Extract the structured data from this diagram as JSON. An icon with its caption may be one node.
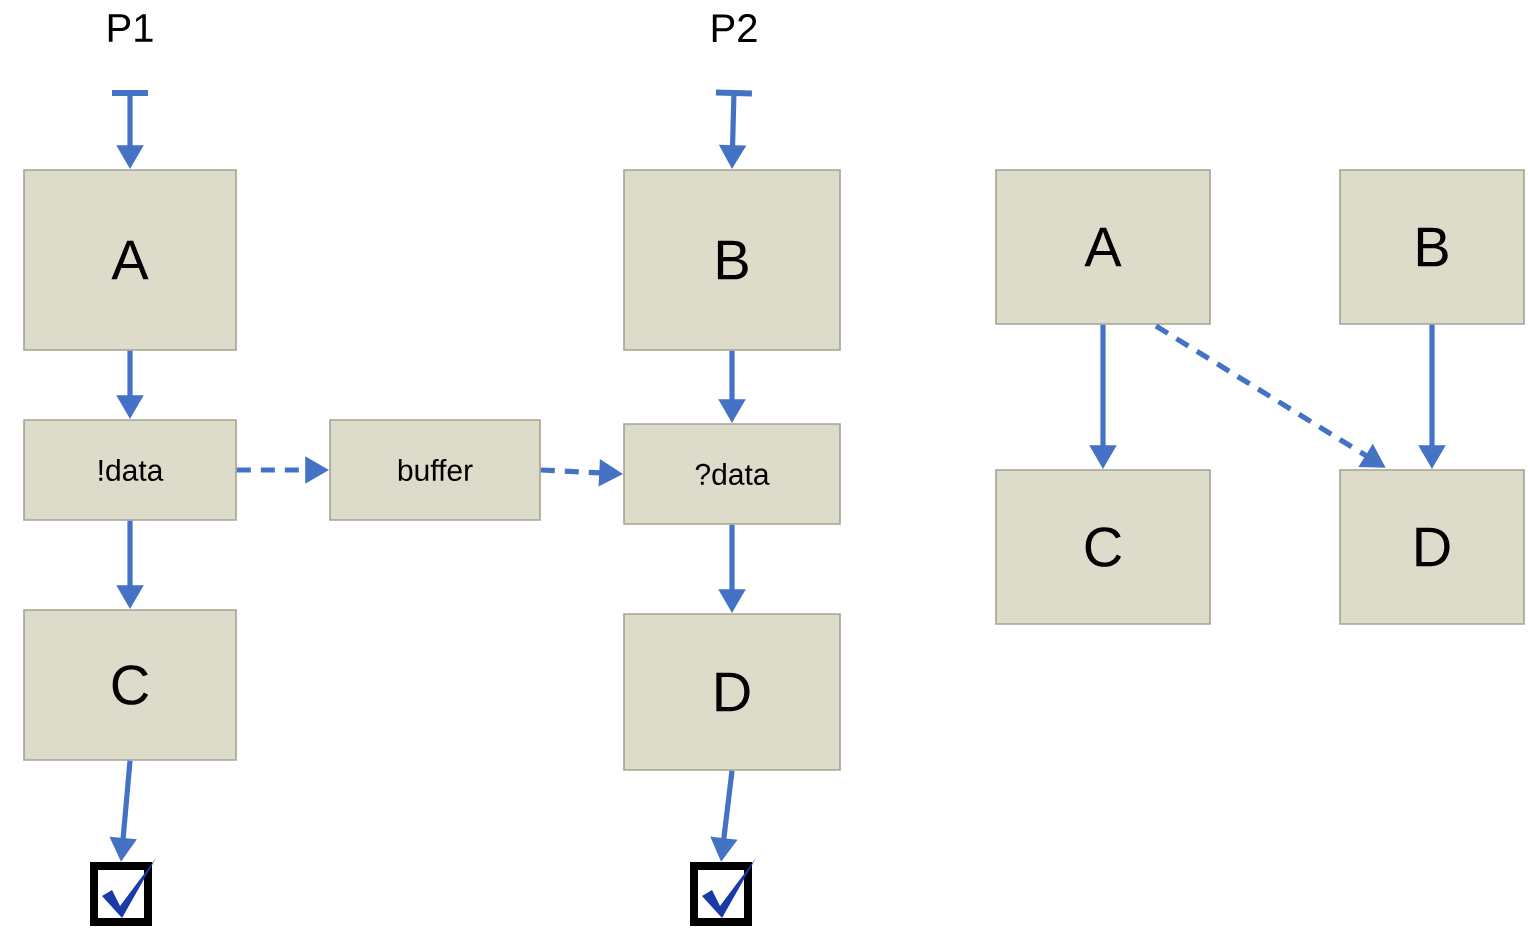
{
  "diagram": {
    "nodes": [
      {
        "text": [
          "P1"
        ]
      },
      {
        "text": [
          "A"
        ]
      },
      {
        "text": [
          "!data"
        ]
      },
      {
        "text": [
          "C"
        ]
      },
      {
        "text": [],
        "shape": "checkbox"
      },
      {
        "text": [
          "buffer"
        ]
      },
      {
        "text": [
          "P2"
        ]
      },
      {
        "text": [
          "B"
        ]
      },
      {
        "text": [
          "?data"
        ]
      },
      {
        "text": [
          "D"
        ]
      },
      {
        "text": [],
        "shape": "checkbox"
      },
      {
        "text": [
          "A"
        ]
      },
      {
        "text": [
          "B"
        ]
      },
      {
        "text": [
          "C"
        ]
      },
      {
        "text": [
          "D"
        ]
      }
    ],
    "edges": [
      {
        "from": 0,
        "to": 1,
        "arrow": "to"
      },
      {
        "from": 1,
        "to": 2,
        "arrow": "to"
      },
      {
        "from": 2,
        "to": 3,
        "arrow": "to"
      },
      {
        "from": 3,
        "to": 4,
        "arrow": "to"
      },
      {
        "from": 2,
        "to": 5,
        "arrow": "to",
        "style": "dashed"
      },
      {
        "from": 5,
        "to": 8,
        "arrow": "to",
        "style": "dashed"
      },
      {
        "from": 6,
        "to": 7,
        "arrow": "to"
      },
      {
        "from": 7,
        "to": 8,
        "arrow": "to"
      },
      {
        "from": 8,
        "to": 9,
        "arrow": "to"
      },
      {
        "from": 9,
        "to": 10,
        "arrow": "to"
      },
      {
        "from": 11,
        "to": 13,
        "arrow": "to"
      },
      {
        "from": 11,
        "to": 14,
        "arrow": "to",
        "style": "dashed"
      },
      {
        "from": 12,
        "to": 14,
        "arrow": "to"
      }
    ]
  }
}
